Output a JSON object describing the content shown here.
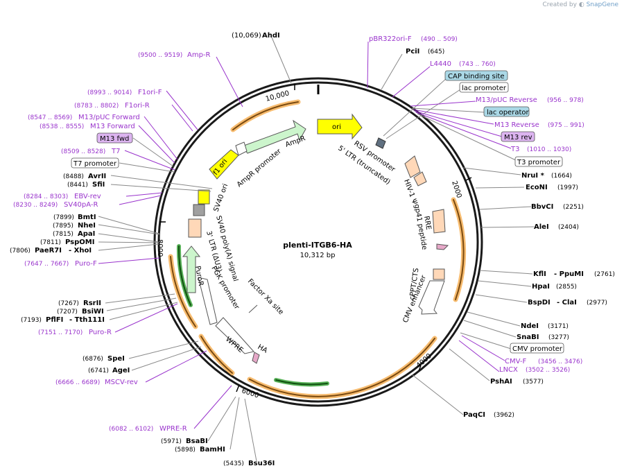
{
  "header": {
    "credit_prefix": "Created by",
    "credit_brand": "SnapGene"
  },
  "map": {
    "name": "plenti-ITGB6-HA",
    "size": "10,312 bp",
    "ruler": [
      "10,000",
      "2000",
      "4000",
      "6000",
      "8000"
    ]
  },
  "features": [
    {
      "label": "ori"
    },
    {
      "label": "AmpR"
    },
    {
      "label": "AmpR promoter"
    },
    {
      "label": "f1 ori"
    },
    {
      "label": "SV40 ori"
    },
    {
      "label": "RSV promoter"
    },
    {
      "label": "5' LTR (truncated)"
    },
    {
      "label": "HIV-1 Ψ"
    },
    {
      "label": "RRE"
    },
    {
      "label": "gp41 peptide"
    },
    {
      "label": "cPPT/CTS"
    },
    {
      "label": "CMV enhancer"
    },
    {
      "label": "SV40 poly(A) signal"
    },
    {
      "label": "3' LTR (ΔU3)"
    },
    {
      "label": "PGK promoter"
    },
    {
      "label": "PuroR"
    },
    {
      "label": "Factor Xa site"
    },
    {
      "label": "WPRE"
    },
    {
      "label": "HA"
    }
  ],
  "sites": {
    "ahdi": {
      "pos": "(10,069)",
      "name": "AhdI"
    },
    "pbr": {
      "name": "pBR322ori-F",
      "range": "(490 .. 509)"
    },
    "pcii": {
      "name": "PciI",
      "pos": "(645)"
    },
    "l4440": {
      "name": "L4440",
      "range": "(743 .. 760)"
    },
    "cap": {
      "name": "CAP binding site"
    },
    "lacp": {
      "name": "lac promoter"
    },
    "m13pr": {
      "name": "M13/pUC Reverse",
      "range": "(956 .. 978)"
    },
    "lacop": {
      "name": "lac operator"
    },
    "m13r": {
      "name": "M13 Reverse",
      "range": "(975 .. 991)"
    },
    "m13rev": {
      "name": "M13 rev"
    },
    "t3": {
      "name": "T3",
      "range": "(1010 .. 1030)"
    },
    "t3p": {
      "name": "T3 promoter"
    },
    "nrui": {
      "name": "NruI *",
      "pos": "(1664)"
    },
    "econi": {
      "name": "EcoNI",
      "pos": "(1997)"
    },
    "bbvci": {
      "name": "BbvCI",
      "pos": "(2251)"
    },
    "alei": {
      "name": "AleI",
      "pos": "(2404)"
    },
    "kfli": {
      "name": "KflI",
      "sep": "- PpuMI",
      "pos": "(2761)"
    },
    "hpai": {
      "name": "HpaI",
      "pos": "(2855)"
    },
    "bspdi": {
      "name": "BspDI",
      "sep": "- ClaI",
      "pos": "(2977)"
    },
    "ndei": {
      "name": "NdeI",
      "pos": "(3171)"
    },
    "snabi": {
      "name": "SnaBI",
      "pos": "(3277)"
    },
    "cmvp": {
      "name": "CMV promoter"
    },
    "cmvf": {
      "name": "CMV-F",
      "range": "(3456 .. 3476)"
    },
    "lncx": {
      "name": "LNCX",
      "range": "(3502 .. 3526)"
    },
    "pshai": {
      "name": "PshAI",
      "pos": "(3577)"
    },
    "paqci": {
      "name": "PaqCI",
      "pos": "(3962)"
    },
    "bsu36i": {
      "pos": "(5435)",
      "name": "Bsu36I"
    },
    "bamhi": {
      "pos": "(5898)",
      "name": "BamHI"
    },
    "bsabi": {
      "pos": "(5971)",
      "name": "BsaBI"
    },
    "wprer": {
      "range": "(6082 .. 6102)",
      "name": "WPRE-R"
    },
    "msvr": {
      "range": "(6666 .. 6689)",
      "name": "MSCV-rev"
    },
    "agei": {
      "pos": "(6741)",
      "name": "AgeI"
    },
    "spei": {
      "pos": "(6876)",
      "name": "SpeI"
    },
    "puror": {
      "range": "(7151 .. 7170)",
      "name": "Puro-R"
    },
    "pflfi": {
      "pos": "(7193)",
      "name": "PflFI",
      "sep": "- Tth111I"
    },
    "bsiwi": {
      "pos": "(7207)",
      "name": "BsiWI"
    },
    "rsrii": {
      "pos": "(7267)",
      "name": "RsrII"
    },
    "purof": {
      "range": "(7647 .. 7667)",
      "name": "Puro-F"
    },
    "paer7i": {
      "pos": "(7806)",
      "name": "PaeR7I",
      "sep": "- XhoI"
    },
    "pspomi": {
      "pos": "(7811)",
      "name": "PspOMI"
    },
    "apai": {
      "pos": "(7815)",
      "name": "ApaI"
    },
    "nhei": {
      "pos": "(7895)",
      "name": "NheI"
    },
    "bmti": {
      "pos": "(7899)",
      "name": "BmtI"
    },
    "sv40pa": {
      "range": "(8230 .. 8249)",
      "name": "SV40pA-R"
    },
    "ebv": {
      "range": "(8284 .. 8303)",
      "name": "EBV-rev"
    },
    "sfii": {
      "pos": "(8441)",
      "name": "SfiI"
    },
    "avrii": {
      "pos": "(8488)",
      "name": "AvrII"
    },
    "t7p": {
      "name": "T7 promoter"
    },
    "t7": {
      "range": "(8509 .. 8528)",
      "name": "T7"
    },
    "m13fwd": {
      "name": "M13 fwd"
    },
    "m13f": {
      "range": "(8538 .. 8555)",
      "name": "M13 Forward"
    },
    "m13pf": {
      "range": "(8547 .. 8569)",
      "name": "M13/pUC Forward"
    },
    "f1r": {
      "range": "(8783 .. 8802)",
      "name": "F1ori-R"
    },
    "f1f": {
      "range": "(8993 .. 9014)",
      "name": "F1ori-F"
    },
    "ampr": {
      "range": "(9500 .. 9519)",
      "name": "Amp-R"
    }
  },
  "colors": {
    "backbone": "#1a1a1a",
    "primer": "#9933cc",
    "enzyme": "#000000",
    "orf_orange": "#f4a540",
    "orf_green": "#2e9e2e",
    "feature_yellow": "#ffff00",
    "feature_green": "#ccf5cc",
    "feature_peach": "#ffd8b8",
    "feature_grey": "#a0a0a0",
    "box_blue": "#aad8e6",
    "box_purple": "#dcb4f0"
  }
}
